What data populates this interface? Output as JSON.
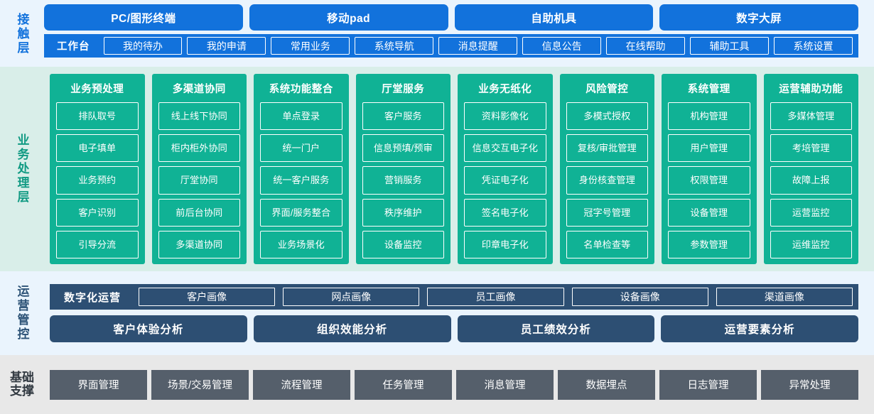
{
  "layers": {
    "contact": {
      "label": "接触层",
      "channels": [
        "PC/图形终端",
        "移动pad",
        "自助机具",
        "数字大屏"
      ],
      "nav_title": "工作台",
      "nav_items": [
        "我的待办",
        "我的申请",
        "常用业务",
        "系统导航",
        "消息提醒",
        "信息公告",
        "在线帮助",
        "辅助工具",
        "系统设置"
      ],
      "color": "#1272dc",
      "background": "#eaf4fd"
    },
    "business": {
      "label": "业务处理层",
      "color": "#10b295",
      "label_color": "#119a83",
      "background": "#d9eee9",
      "columns": [
        {
          "title": "业务预处理",
          "items": [
            "排队取号",
            "电子填单",
            "业务预约",
            "客户识别",
            "引导分流"
          ]
        },
        {
          "title": "多渠道协同",
          "items": [
            "线上线下协同",
            "柜内柜外协同",
            "厅堂协同",
            "前后台协同",
            "多渠道协同"
          ]
        },
        {
          "title": "系统功能整合",
          "items": [
            "单点登录",
            "统一门户",
            "统一客户服务",
            "界面/服务整合",
            "业务场景化"
          ]
        },
        {
          "title": "厅堂服务",
          "items": [
            "客户服务",
            "信息预填/预审",
            "营销服务",
            "秩序维护",
            "设备监控"
          ]
        },
        {
          "title": "业务无纸化",
          "items": [
            "资料影像化",
            "信息交互电子化",
            "凭证电子化",
            "签名电子化",
            "印章电子化"
          ]
        },
        {
          "title": "风险管控",
          "items": [
            "多模式授权",
            "复核/审批管理",
            "身份核查管理",
            "冠字号管理",
            "名单检查等"
          ]
        },
        {
          "title": "系统管理",
          "items": [
            "机构管理",
            "用户管理",
            "权限管理",
            "设备管理",
            "参数管理"
          ]
        },
        {
          "title": "运营辅助功能",
          "items": [
            "多媒体管理",
            "考培管理",
            "故障上报",
            "运营监控",
            "运维监控"
          ]
        }
      ]
    },
    "operations": {
      "label": "运营管控",
      "color": "#2d4f73",
      "background": "#eaf4fd",
      "row1_title": "数字化运营",
      "row1_items": [
        "客户画像",
        "网点画像",
        "员工画像",
        "设备画像",
        "渠道画像"
      ],
      "row2_items": [
        "客户体验分析",
        "组织效能分析",
        "员工绩效分析",
        "运营要素分析"
      ]
    },
    "foundation": {
      "label_line1": "基础",
      "label_line2": "支撑",
      "color": "#555f6b",
      "background": "#e8e8e8",
      "items": [
        "界面管理",
        "场景/交易管理",
        "流程管理",
        "任务管理",
        "消息管理",
        "数据埋点",
        "日志管理",
        "异常处理"
      ]
    }
  }
}
